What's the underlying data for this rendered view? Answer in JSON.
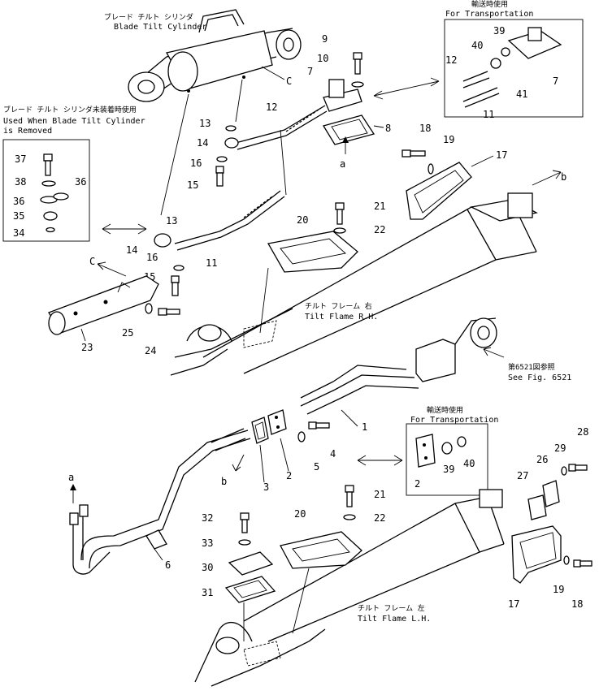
{
  "captions": {
    "blade_tilt_jp": "ブレード チルト シリンダ",
    "blade_tilt_en": "Blade Tilt Cylinder",
    "removed_jp": "ブレード チルト シリンダ未装着時使用",
    "removed_en_1": "Used When Blade Tilt Cylinder",
    "removed_en_2": "is Removed",
    "transport_top_jp": "輸送時使用",
    "transport_top_en": "For Transportation",
    "transport_mid_jp": "輸送時使用",
    "transport_mid_en": "For Transportation",
    "frame_rh_jp": "チルト フレーム 右",
    "frame_rh_en": "Tilt Flame R.H.",
    "frame_lh_jp": "チルト フレーム 左",
    "frame_lh_en": "Tilt Flame L.H.",
    "see_fig_jp": "第6521図参照",
    "see_fig_en": "See Fig. 6521"
  },
  "refs": {
    "a_top": "a",
    "a_left": "a",
    "b_right": "b",
    "b_mid": "b",
    "c_top": "C",
    "c_left": "C"
  },
  "part_numbers": [
    "1",
    "2",
    "3",
    "4",
    "5",
    "6",
    "7",
    "8",
    "9",
    "10",
    "11",
    "12",
    "13",
    "14",
    "15",
    "16",
    "17",
    "18",
    "19",
    "20",
    "21",
    "22",
    "23",
    "24",
    "25",
    "26",
    "27",
    "28",
    "29",
    "30",
    "31",
    "32",
    "33",
    "34",
    "35",
    "36",
    "37",
    "38",
    "39",
    "40",
    "41"
  ],
  "labels": {
    "p9": "9",
    "p10": "10",
    "p7a": "7",
    "p12a": "12",
    "p13a": "13",
    "p14a": "14",
    "p16a": "16",
    "p15a": "15",
    "p8": "8",
    "p18a": "18",
    "p19a": "19",
    "p17a": "17",
    "p21a": "21",
    "p22a": "22",
    "p20a": "20",
    "p13b": "13",
    "p14b": "14",
    "p16b": "16",
    "p15b": "15",
    "p11": "11",
    "p23": "23",
    "p25": "25",
    "p24": "24",
    "p37": "37",
    "p38": "38",
    "p36a": "36",
    "p36b": "36",
    "p35": "35",
    "p34": "34",
    "p12b": "12",
    "p40a": "40",
    "p39a": "39",
    "p41": "41",
    "p7b": "7",
    "p11b": "11",
    "p1": "1",
    "p2a": "2",
    "p3": "3",
    "p4": "4",
    "p5": "5",
    "p6": "6",
    "p2b": "2",
    "p39b": "39",
    "p40b": "40",
    "p21b": "21",
    "p22b": "22",
    "p20b": "20",
    "p32": "32",
    "p33": "33",
    "p30": "30",
    "p31": "31",
    "p27": "27",
    "p26": "26",
    "p29": "29",
    "p28": "28",
    "p17b": "17",
    "p19b": "19",
    "p18b": "18"
  }
}
